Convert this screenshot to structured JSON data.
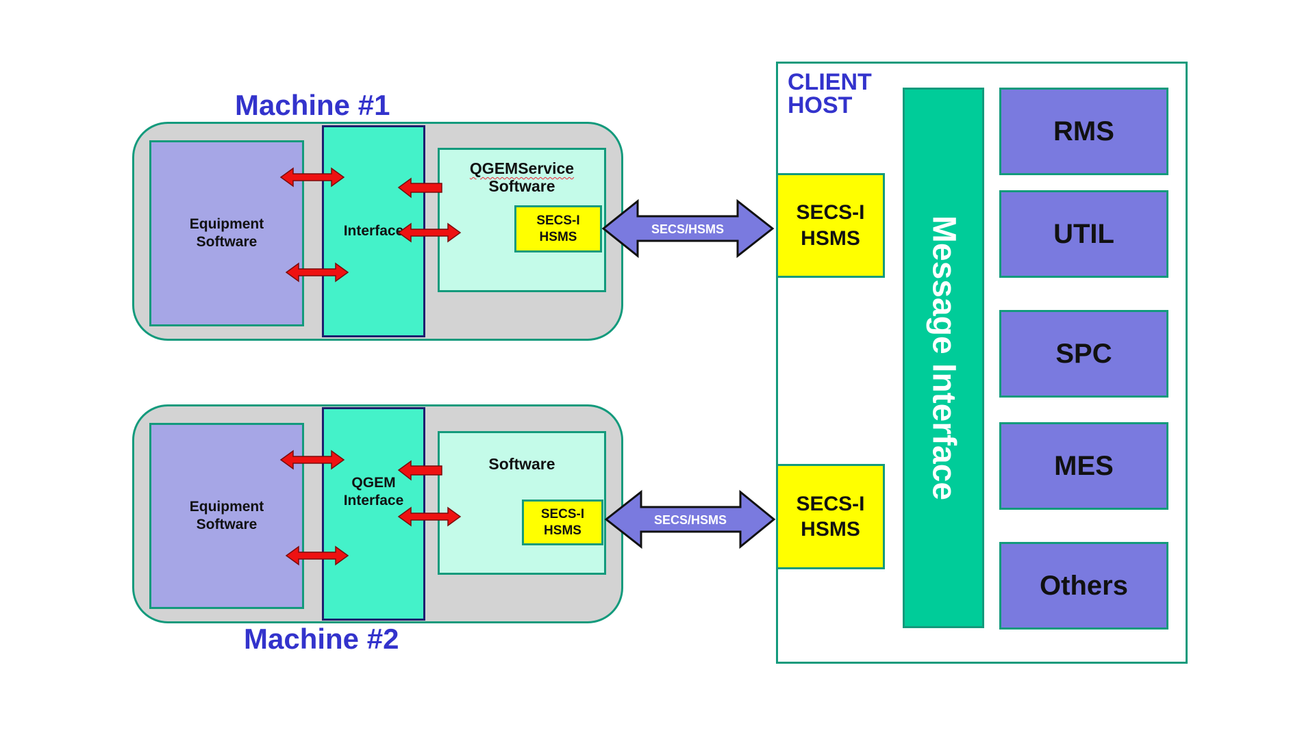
{
  "machines": [
    {
      "title": "Machine #1",
      "equipment_lines": [
        "Equipment",
        "Software"
      ],
      "interface_lines": [
        "Interface"
      ],
      "software_lines": [
        "QGEMService",
        "Software"
      ],
      "secs_lines": [
        "SECS-I",
        "HSMS"
      ],
      "link_label": "SECS/HSMS"
    },
    {
      "title": "Machine #2",
      "equipment_lines": [
        "Equipment",
        "Software"
      ],
      "interface_lines": [
        "QGEM",
        "Interface"
      ],
      "software_lines": [
        "Software"
      ],
      "secs_lines": [
        "SECS-I",
        "HSMS"
      ],
      "link_label": "SECS/HSMS"
    }
  ],
  "client_host": {
    "title_lines": [
      "CLIENT",
      "HOST"
    ],
    "secs_ports": [
      {
        "lines": [
          "SECS-I",
          "HSMS"
        ]
      },
      {
        "lines": [
          "SECS-I",
          "HSMS"
        ]
      }
    ],
    "message_interface": "Message Interface",
    "modules": [
      "RMS",
      "UTIL",
      "SPC",
      "MES",
      "Others"
    ]
  },
  "colors": {
    "machine_bg": "#d3d3d3",
    "border_green": "#139a7c",
    "equipment": "#a6a6e6",
    "interface": "#44f2c9",
    "software": "#c4fbe9",
    "secs": "#ffff00",
    "message_interface": "#00cc99",
    "module": "#7a7adf",
    "link_arrow": "#7a7adf",
    "internal_arrow": "#ee1111",
    "title_blue": "#3333cc"
  }
}
